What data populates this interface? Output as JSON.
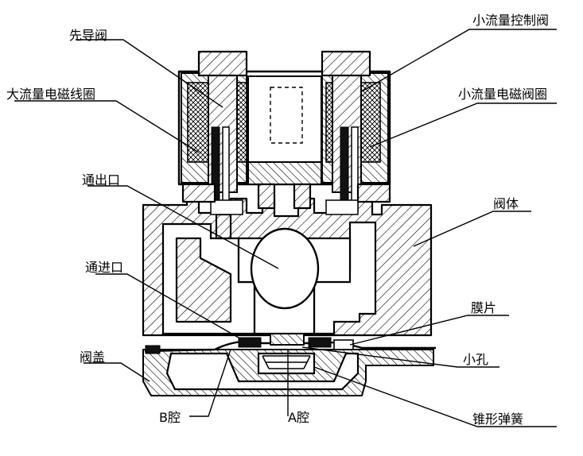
{
  "labels": {
    "pilot_valve": "先导阀",
    "large_flow_coil": "大流量电磁线圈",
    "outlet_port": "通出口",
    "inlet_port": "通进口",
    "valve_cover": "阀盖",
    "chamber_b": "B腔",
    "chamber_a": "A腔",
    "small_flow_control_valve": "小流量控制阀",
    "small_flow_coil": "小流量电磁阀圈",
    "valve_body": "阀体",
    "diaphragm": "膜片",
    "small_hole": "小孔",
    "conical_spring": "锥形弹簧"
  }
}
